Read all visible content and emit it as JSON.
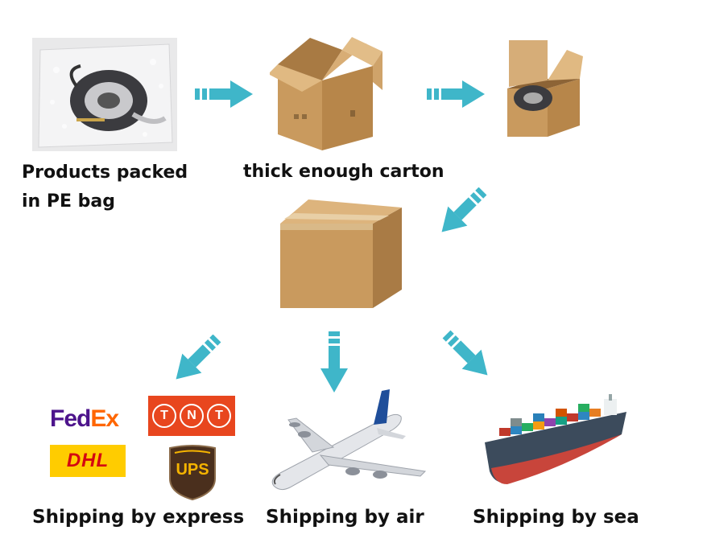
{
  "steps": {
    "bag_label_line1": "Products packed",
    "bag_label_line2": "in PE bag",
    "carton_label": "thick enough carton"
  },
  "shipping": {
    "express_label": "Shipping by express",
    "air_label": "Shipping by air",
    "sea_label": "Shipping by sea"
  },
  "logos": {
    "fedex_fed": "Fed",
    "fedex_ex": "Ex",
    "tnt": [
      "T",
      "N",
      "T"
    ],
    "dhl": "DHL",
    "ups": "UPS"
  },
  "colors": {
    "arrow": "#3fb6c9",
    "carton": "#c99a5e",
    "fedex_purple": "#4d148c",
    "fedex_orange": "#ff6600",
    "tnt_orange": "#e8461e",
    "dhl_yellow": "#ffcc00",
    "dhl_red": "#d40511",
    "ups_brown": "#4a2f1d",
    "ups_gold": "#f5b400"
  }
}
